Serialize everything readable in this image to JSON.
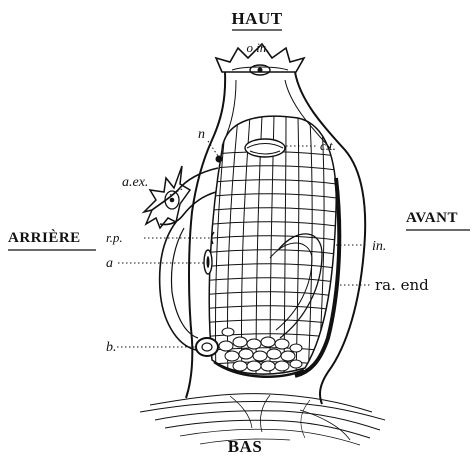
{
  "orientation": {
    "top": "HAUT",
    "bottom": "BAS",
    "left": "ARRIÈRE",
    "right": "AVANT"
  },
  "labels": {
    "oral_siphon": "o.in.",
    "neural_gland": "n",
    "ciliated_tubercle": "c.t.",
    "atrial_siphon": "a.ex.",
    "peripharyngeal_band": "r.p.",
    "anus": "a",
    "intestine": "in.",
    "endostyle": "ra. end",
    "base": "b."
  }
}
